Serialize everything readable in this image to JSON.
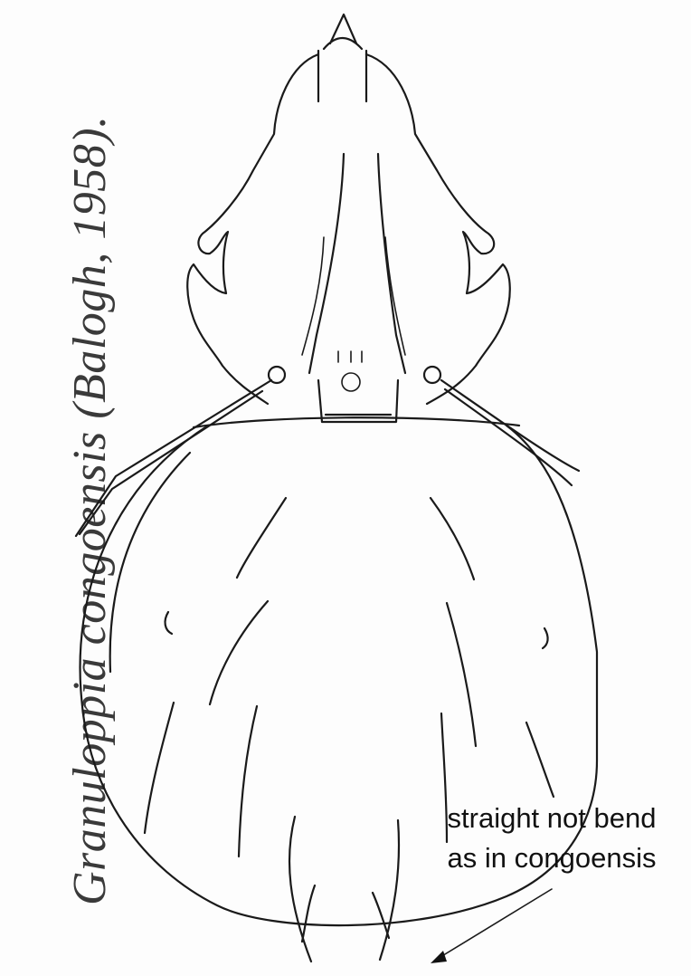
{
  "figure": {
    "caption": "Granuloppia congoensis (Balogh, 1958).",
    "annotation": {
      "line1": "straight not bend",
      "line2": "as in congoensis"
    }
  }
}
